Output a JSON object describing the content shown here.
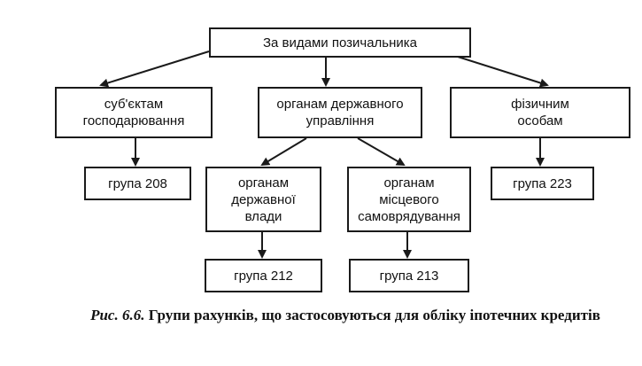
{
  "diagram": {
    "root": "За видами позичальника",
    "level1": {
      "business": "суб'єктам\nгосподарювання",
      "government": "органам державного\nуправління",
      "individuals": "фізичним\nособам"
    },
    "level2": {
      "group208": "група 208",
      "state": "органам\nдержавної\nвлади",
      "local": "органам\nмісцевого\nсамоврядування",
      "group223": "група 223"
    },
    "level3": {
      "group212": "група 212",
      "group213": "група 213"
    },
    "line_color": "#1a1a1a"
  },
  "caption": {
    "label": "Рис. 6.6.",
    "text": "Групи рахунків, що застосовуються для обліку іпотечних кредитів"
  }
}
